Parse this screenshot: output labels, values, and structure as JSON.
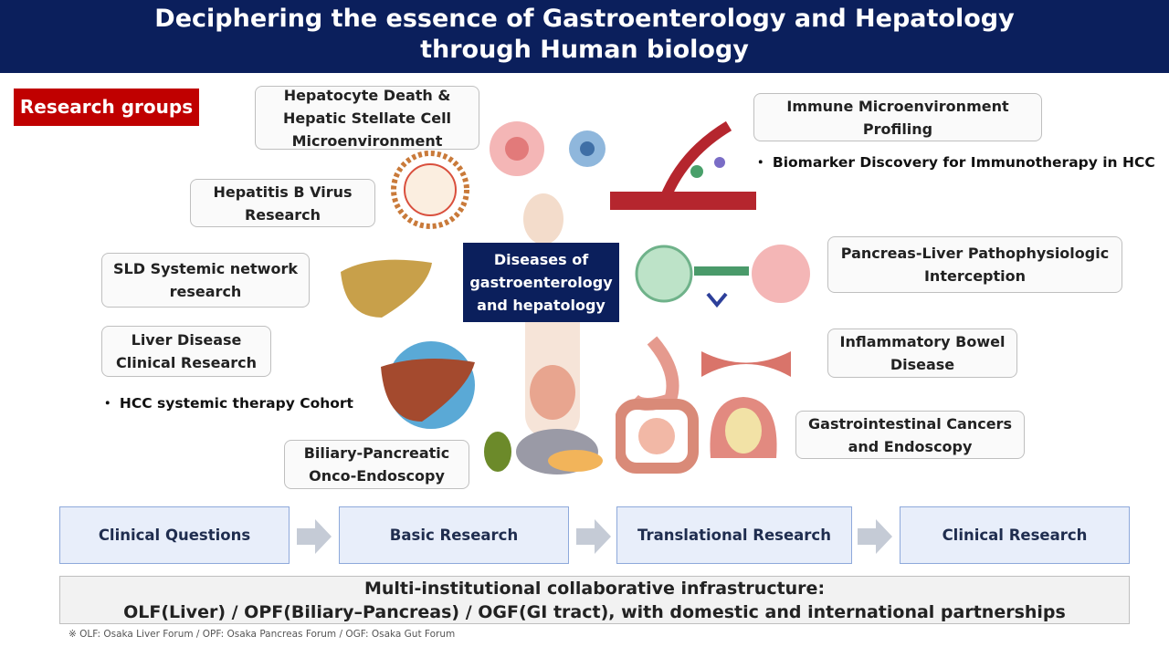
{
  "header": {
    "title_line1": "Deciphering the essence of Gastroenterology and Hepatology",
    "title_line2": "through Human biology"
  },
  "research_groups_label": "Research groups",
  "groups": [
    "Hepatocyte Death &\nHepatic Stellate Cell\nMicroenvironment",
    "Hepatitis B Virus\nResearch",
    "SLD Systemic network\nresearch",
    "Liver Disease\nClinical Research",
    "Biliary-Pancreatic\nOnco-Endoscopy",
    "Immune Microenvironment\nProfiling",
    "Pancreas-Liver Pathophysiologic\nInterception",
    "Inflammatory Bowel\nDisease",
    "Gastrointestinal Cancers\nand Endoscopy"
  ],
  "bullets": {
    "hcc": "・ HCC systemic therapy Cohort",
    "biomarker": "・ Biomarker Discovery for Immunotherapy in HCC"
  },
  "center": "Diseases of\ngastroenterology\nand hepatology",
  "flow": [
    "Clinical Questions",
    "Basic Research",
    "Translational Research",
    "Clinical Research"
  ],
  "infra": {
    "line1": "Multi-institutional collaborative infrastructure:",
    "line2": "OLF(Liver) / OPF(Biliary–Pancreas) / OGF(GI tract), with domestic and international partnerships"
  },
  "footnote": "※ OLF: Osaka Liver Forum / OPF: Osaka Pancreas Forum / OGF: Osaka Gut Forum"
}
